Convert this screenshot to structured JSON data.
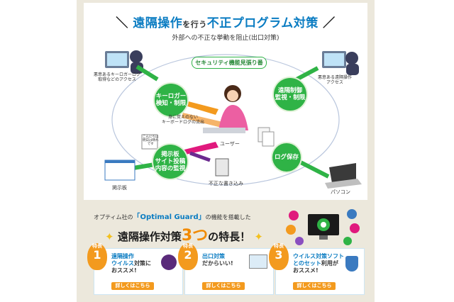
{
  "header": {
    "title_pre": "遠隔操作",
    "title_mid": "を行う",
    "title_post": "不正プログラム対策",
    "subtitle": "外部への不正な挙動を阻止(出口対策)"
  },
  "diagram": {
    "tag": "セキュリティ機能見張り番",
    "circles": [
      {
        "label1": "キーロガー",
        "label2": "検知・制限"
      },
      {
        "label1": "遠隔制御",
        "label2": "監視・制限"
      },
      {
        "label1": "掲示板",
        "label2": "サイト投稿",
        "label3": "内容の監視"
      },
      {
        "label1": "ログ保存"
      }
    ],
    "labels": {
      "keylogger_access": "悪意あるキーロガーログ\n取得などのアクセス",
      "remote_access": "悪意ある遠隔操作\nアクセス",
      "unknown_log": "身に覚えのない\nキーボードログの流出",
      "user": "ユーザー",
      "bad_post": "不正な書き込み",
      "bbs": "掲示板",
      "pc": "パソコン",
      "doc_note": "こんにちは\n明日は晴れ\nです"
    }
  },
  "promo": {
    "line1_pre": "オプティム社の",
    "product": "「Optimal Guard」",
    "line1_post": "の機能を搭載した",
    "line2_pre": "遠隔操作対策",
    "line2_num": "3つ",
    "line2_post": "の特長！"
  },
  "features": [
    {
      "badge": "特長",
      "num": "1",
      "l1": "遠隔操作",
      "l2": "ウイルス",
      "l2b": "対策に",
      "l3": "おススメ!",
      "button": "詳しくはこちら"
    },
    {
      "badge": "特長",
      "num": "2",
      "l1": "出口対策",
      "l2": "",
      "l2b": "だからいい!",
      "l3": "",
      "button": "詳しくはこちら"
    },
    {
      "badge": "特長",
      "num": "3",
      "l1": "ウイルス対策ソフト",
      "l2": "とのセット",
      "l2b": "利用が",
      "l3": "おススメ!",
      "button": "詳しくはこちら"
    }
  ],
  "colors": {
    "green": "#2fb346",
    "orange": "#f39a1e",
    "blue": "#0a7cc2",
    "pink": "#e0197d"
  }
}
